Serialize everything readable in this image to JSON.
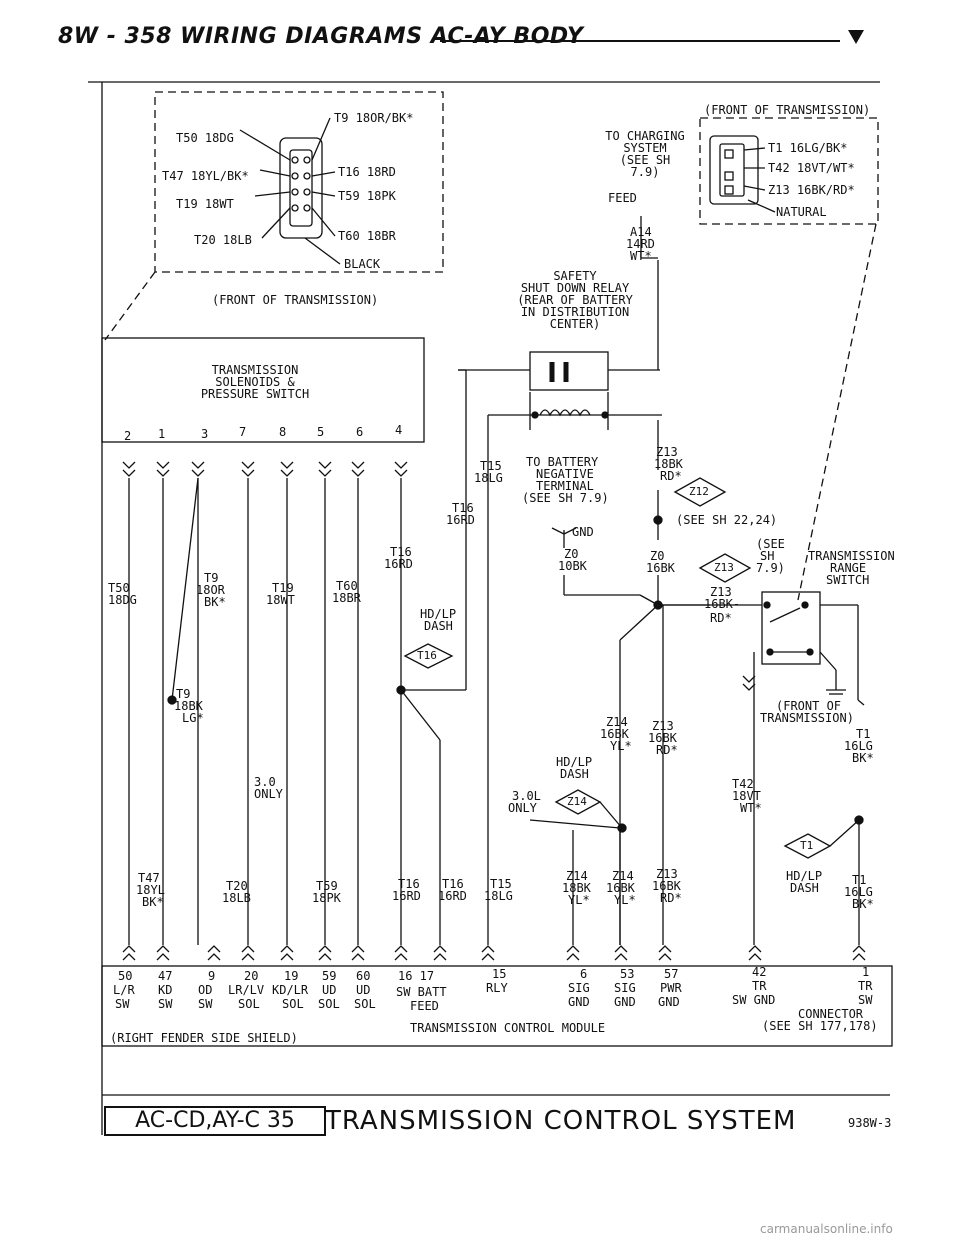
{
  "header": {
    "title": "8W - 358   WIRING DIAGRAMS AC-AY BODY"
  },
  "connector_left": {
    "pins_left": [
      "T50 18DG",
      "T47 18YL/BK*",
      "T19 18WT",
      "T20 18LB"
    ],
    "pins_right": [
      "T9 18OR/BK*",
      "T16 18RD",
      "T59 18PK",
      "T60 18BR"
    ],
    "color": "BLACK",
    "location": "(FRONT OF TRANSMISSION)"
  },
  "connector_right": {
    "location": "(FRONT OF TRANSMISSION)",
    "pins": [
      "T1 16LG/BK*",
      "T42 18VT/WT*",
      "Z13 16BK/RD*"
    ],
    "color": "NATURAL"
  },
  "charging": {
    "to_charging": [
      "TO CHARGING",
      "SYSTEM",
      "(SEE SH",
      "7.9)"
    ],
    "feed": "FEED",
    "a14": [
      "A14",
      "14RD",
      "WT*"
    ],
    "relay": [
      "SAFETY",
      "SHUT DOWN RELAY",
      "(REAR OF BATTERY",
      "IN DISTRIBUTION",
      "CENTER)"
    ]
  },
  "solenoid": {
    "title": [
      "TRANSMISSION",
      "SOLENOIDS &",
      "PRESSURE SWITCH"
    ],
    "pins": [
      "2",
      "1",
      "3",
      "7",
      "8",
      "5",
      "6",
      "4"
    ]
  },
  "wires": {
    "t50": [
      "T50",
      "18DG"
    ],
    "t9a": [
      "T9",
      "18OR",
      "BK*"
    ],
    "t19": [
      "T19",
      "18WT"
    ],
    "t60": [
      "T60",
      "18BR"
    ],
    "t16a": [
      "T16",
      "16RD"
    ],
    "t15": [
      "T15",
      "18LG"
    ],
    "t16b": [
      "T16",
      "16RD"
    ],
    "hdlp1": [
      "HD/LP",
      "DASH"
    ],
    "t9b": [
      "T9",
      "18BK",
      "LG*"
    ],
    "only30a": [
      "3.0",
      "ONLY"
    ],
    "t47": [
      "T47",
      "18YL",
      "BK*"
    ],
    "t20": [
      "T20",
      "18LB"
    ],
    "t59": [
      "T59",
      "18PK"
    ],
    "t16c": [
      "T16",
      "16RD"
    ],
    "t16d": [
      "T16",
      "16RD"
    ],
    "t15b": [
      "T15",
      "18LG"
    ]
  },
  "battery": {
    "to_battery": [
      "TO BATTERY",
      "NEGATIVE",
      "TERMINAL",
      "(SEE SH 7.9)"
    ],
    "gnd": "GND",
    "z0a": [
      "Z0",
      "10BK"
    ],
    "z0b": [
      "Z0",
      "16BK"
    ],
    "z13a": [
      "Z13",
      "18BK",
      "RD*"
    ],
    "see_sh": "(SEE SH 22,24)",
    "z13b": [
      "Z13",
      "16BK-",
      "RD*"
    ],
    "see_sh2": [
      "(SEE",
      "SH",
      "7.9)"
    ]
  },
  "splices": {
    "z12": "Z12",
    "z13": "Z13",
    "t16": "T16",
    "z14": "Z14",
    "t1": "T1"
  },
  "range_switch": {
    "label": [
      "TRANSMISSION",
      "RANGE",
      "SWITCH"
    ],
    "front": [
      "(FRONT OF",
      "TRANSMISSION)"
    ],
    "t1a": [
      "T1",
      "16LG",
      "BK*"
    ],
    "t42": [
      "T42",
      "18VT",
      "WT*"
    ],
    "hdlp": [
      "HD/LP",
      "DASH"
    ],
    "t1b": [
      "T1",
      "16LG",
      "BK*"
    ]
  },
  "middle": {
    "z14a": [
      "Z14",
      "16BK",
      "YL*"
    ],
    "z13c": [
      "Z13",
      "16BK",
      "RD*"
    ],
    "hdlp": [
      "HD/LP",
      "DASH"
    ],
    "only30b": [
      "3.0L",
      "ONLY"
    ],
    "z14b": [
      "Z14",
      "18BK",
      "YL*"
    ],
    "z14c": [
      "Z14",
      "16BK",
      "YL*"
    ],
    "z13d": [
      "Z13",
      "16BK",
      "RD*"
    ]
  },
  "module": {
    "pins": [
      {
        "n": "50",
        "l1": "L/R",
        "l2": "SW"
      },
      {
        "n": "47",
        "l1": "KD",
        "l2": "SW"
      },
      {
        "n": "9",
        "l1": "OD",
        "l2": "SW"
      },
      {
        "n": "20",
        "l1": "LR/LV",
        "l2": "SOL"
      },
      {
        "n": "19",
        "l1": "KD/LR",
        "l2": "SOL"
      },
      {
        "n": "59",
        "l1": "UD",
        "l2": "SOL"
      },
      {
        "n": "60",
        "l1": "UD",
        "l2": "SOL"
      }
    ],
    "p1617": [
      "16  17",
      "SW BATT",
      "FEED"
    ],
    "p15": [
      "15",
      "RLY"
    ],
    "p6": [
      "6",
      "SIG",
      "GND"
    ],
    "p53": [
      "53",
      "SIG",
      "GND"
    ],
    "p57": [
      "57",
      "PWR",
      "GND"
    ],
    "p42": [
      "42",
      "TR",
      "SW GND"
    ],
    "p1": [
      "1",
      "TR",
      "SW"
    ],
    "connector": [
      "CONNECTOR",
      "(SEE SH 177,178)"
    ],
    "name": "TRANSMISSION CONTROL MODULE",
    "shield": "(RIGHT FENDER SIDE SHIELD)"
  },
  "footer": {
    "code": "AC-CD,AY-C 35",
    "title": "TRANSMISSION CONTROL SYSTEM",
    "number": "938W-3"
  },
  "watermark": "carmanualsonline.info"
}
